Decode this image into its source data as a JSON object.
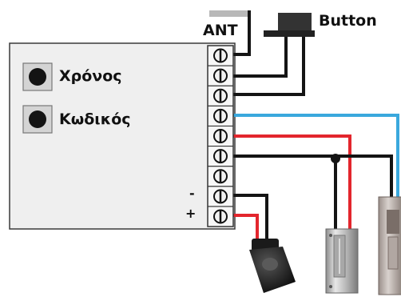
{
  "labels": {
    "ant": "ANT",
    "button": "Button",
    "time_button": "Χρόνος",
    "code_button": "Κωδικός",
    "minus": "-",
    "plus": "+"
  },
  "terminal_count": 9,
  "colors": {
    "board": "#efefef",
    "board_border": "#3a3a3a",
    "wire_black": "#141414",
    "wire_red": "#e3262d",
    "wire_blue": "#3aa8dd",
    "terminal_fill": "#f2f2f2"
  },
  "icons": {
    "time_button": "round-push-button-icon",
    "code_button": "round-push-button-icon",
    "terminals": "screw-terminal-icon",
    "external_button": "push-button-icon",
    "buzzer": "buzzer-icon",
    "lock_1": "electric-lock-icon",
    "lock_2": "electric-lock-icon"
  }
}
